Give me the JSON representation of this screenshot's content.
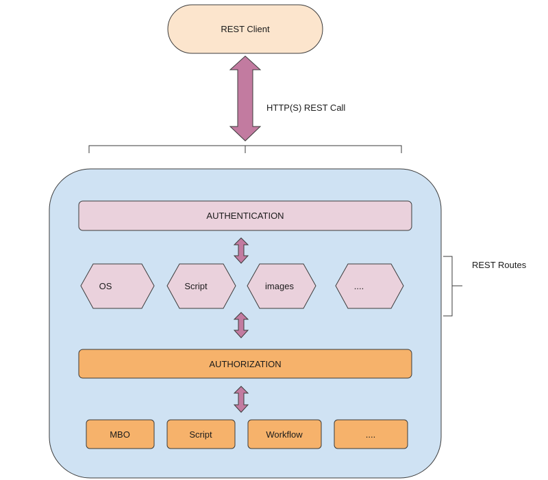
{
  "client": {
    "label": "REST Client"
  },
  "connection": {
    "label": "HTTP(S) REST Call"
  },
  "routes_brace": {
    "label": "REST Routes"
  },
  "authentication": {
    "label": "AUTHENTICATION"
  },
  "routes": [
    {
      "label": "OS"
    },
    {
      "label": "Script"
    },
    {
      "label": "images"
    },
    {
      "label": "...."
    }
  ],
  "authorization": {
    "label": "AUTHORIZATION"
  },
  "resources": [
    {
      "label": "MBO"
    },
    {
      "label": "Script"
    },
    {
      "label": "Workflow"
    },
    {
      "label": "...."
    }
  ],
  "colors": {
    "client_fill": "#fce5cd",
    "server_fill": "#cfe2f3",
    "authentication_fill": "#ead1dc",
    "authorization_fill": "#f6b26b",
    "arrow_fill": "#c27ba0",
    "stroke": "#3a3a3a"
  }
}
